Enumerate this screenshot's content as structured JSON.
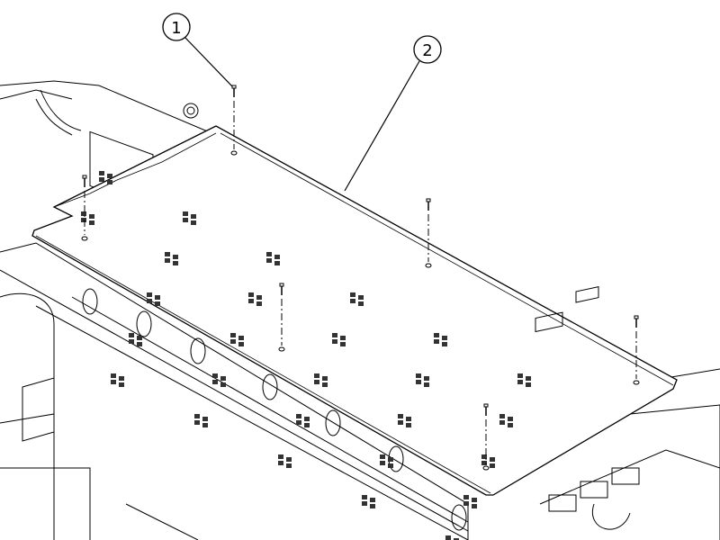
{
  "callouts": [
    {
      "label": "1",
      "part": "screw"
    },
    {
      "label": "2",
      "part": "plate"
    }
  ],
  "colors": {
    "line": "#000000",
    "background": "#ffffff"
  }
}
